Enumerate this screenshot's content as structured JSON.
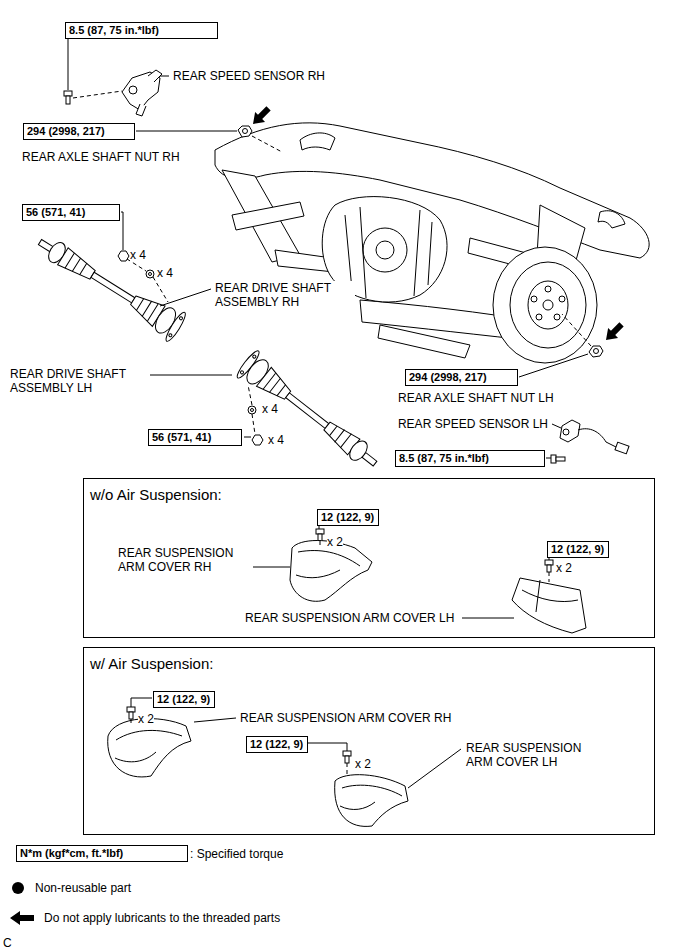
{
  "diagram": {
    "nodes": [
      {
        "text": [
          "8.5 (87, 75 in.*lbf)"
        ]
      },
      {
        "text": [
          "294 (2998, 217)"
        ]
      },
      {
        "text": [
          "56 (571, 41)"
        ]
      },
      {
        "text": [
          "294 (2998, 217)"
        ]
      },
      {
        "text": [
          "56 (571, 41)"
        ]
      },
      {
        "text": [
          "8.5 (87, 75 in.*lbf)"
        ]
      },
      {
        "text": [
          "w/o Air Suspension:"
        ]
      },
      {
        "text": [
          "12 (122, 9)"
        ],
        "in": 6
      },
      {
        "text": [
          "12 (122, 9)"
        ],
        "in": 6
      },
      {
        "text": [
          "w/ Air Suspension:"
        ]
      },
      {
        "text": [
          "12 (122, 9)"
        ],
        "in": 9
      },
      {
        "text": [
          "12 (122, 9)"
        ],
        "in": 9
      },
      {
        "text": [
          "N*m (kgf*cm, ft.*lbf)"
        ]
      }
    ],
    "labels": [
      "REAR SPEED SENSOR RH",
      "REAR AXLE SHAFT NUT RH",
      "x 4",
      "x 4",
      "REAR DRIVE SHAFT ASSEMBLY RH",
      "REAR DRIVE SHAFT ASSEMBLY LH",
      "REAR AXLE SHAFT NUT LH",
      "x 4",
      "REAR SPEED SENSOR LH",
      "x 4",
      "x 2",
      "REAR SUSPENSION ARM COVER RH",
      "x 2",
      "REAR SUSPENSION ARM COVER LH",
      "x 2",
      "REAR SUSPENSION ARM COVER RH",
      "x 2",
      "REAR SUSPENSION ARM COVER LH",
      "C"
    ],
    "legend": [
      {
        "text": ": Specified torque"
      },
      {
        "text": "Non-reusable part"
      },
      {
        "text": "Do not apply lubricants to the threaded parts"
      }
    ]
  }
}
